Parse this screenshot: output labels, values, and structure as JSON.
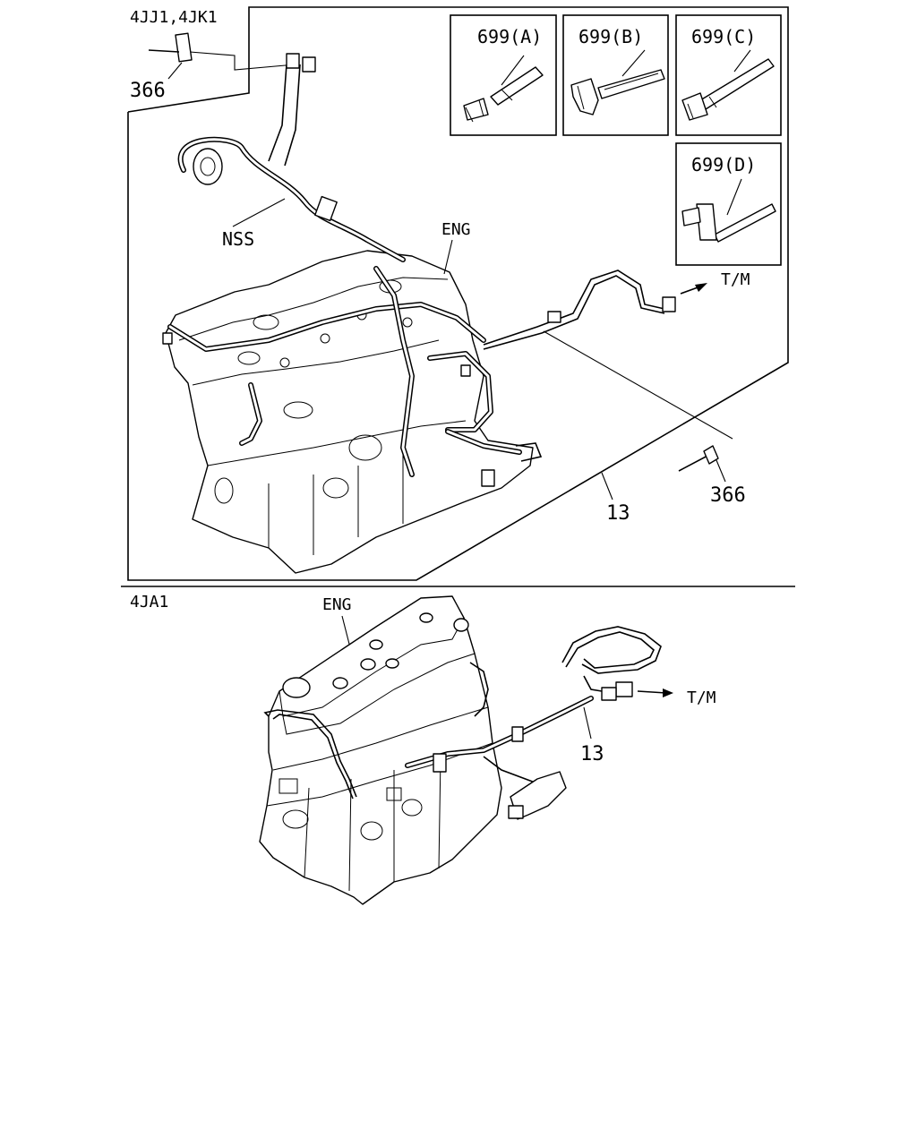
{
  "sections": [
    {
      "model": "4JJ1,4JK1",
      "labels": {
        "clip_a": "699(A)",
        "clip_b": "699(B)",
        "clip_c": "699(C)",
        "clip_d": "699(D)",
        "part_366_top": "366",
        "part_366_bottom": "366",
        "nss": "NSS",
        "eng": "ENG",
        "tm": "T/M",
        "harness": "13"
      }
    },
    {
      "model": "4JA1",
      "labels": {
        "eng": "ENG",
        "tm": "T/M",
        "harness": "13"
      }
    }
  ]
}
